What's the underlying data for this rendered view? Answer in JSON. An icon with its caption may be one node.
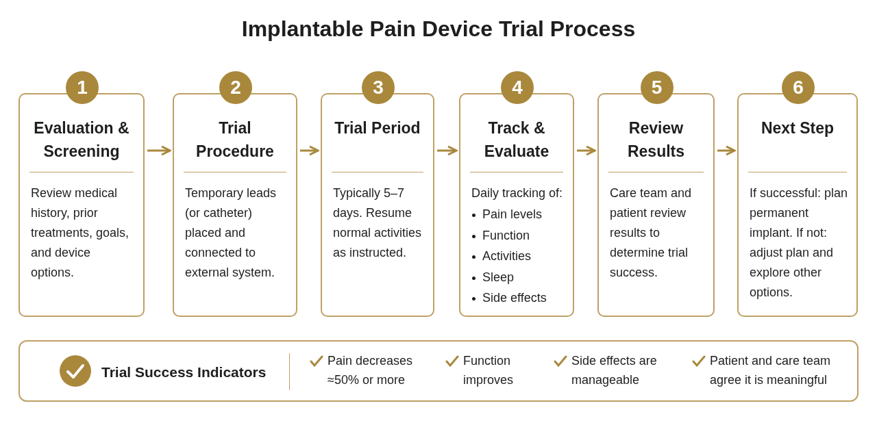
{
  "diagram": {
    "title": "Implantable Pain Device Trial Process",
    "nodes": [
      {
        "text": [
          "Evaluation & Screening",
          "Review medical history, prior treatments, goals, and device options."
        ],
        "beside": [
          "1"
        ]
      },
      {
        "text": [
          "Trial Procedure",
          "Temporary leads (or catheter) placed and connected to external system."
        ],
        "beside": [
          "2"
        ]
      },
      {
        "text": [
          "Trial Period",
          "Typically 5–7 days. Resume normal activities as instructed."
        ],
        "beside": [
          "3"
        ]
      },
      {
        "text": [
          "Track & Evaluate",
          "Daily tracking of:",
          "Pain levels",
          "Function",
          "Activities",
          "Sleep",
          "Side effects"
        ],
        "beside": [
          "4"
        ]
      },
      {
        "text": [
          "Review Results",
          "Care team and patient review results to determine trial success."
        ],
        "beside": [
          "5"
        ]
      },
      {
        "text": [
          "Next Step",
          "If successful: plan permanent implant. If not: adjust plan and explore other options."
        ],
        "beside": [
          "6"
        ]
      },
      {
        "text": [
          "Trial Success Indicators",
          "Pain decreases ≈50% or more",
          "Function improves",
          "Side effects are manageable",
          "Patient and care team agree it is meaningful"
        ]
      }
    ],
    "edges": [
      {
        "from": 0,
        "to": 1,
        "arrow": "to"
      },
      {
        "from": 1,
        "to": 2,
        "arrow": "to"
      },
      {
        "from": 2,
        "to": 3,
        "arrow": "to"
      },
      {
        "from": 3,
        "to": 4,
        "arrow": "to"
      },
      {
        "from": 4,
        "to": 5,
        "arrow": "to"
      }
    ]
  }
}
